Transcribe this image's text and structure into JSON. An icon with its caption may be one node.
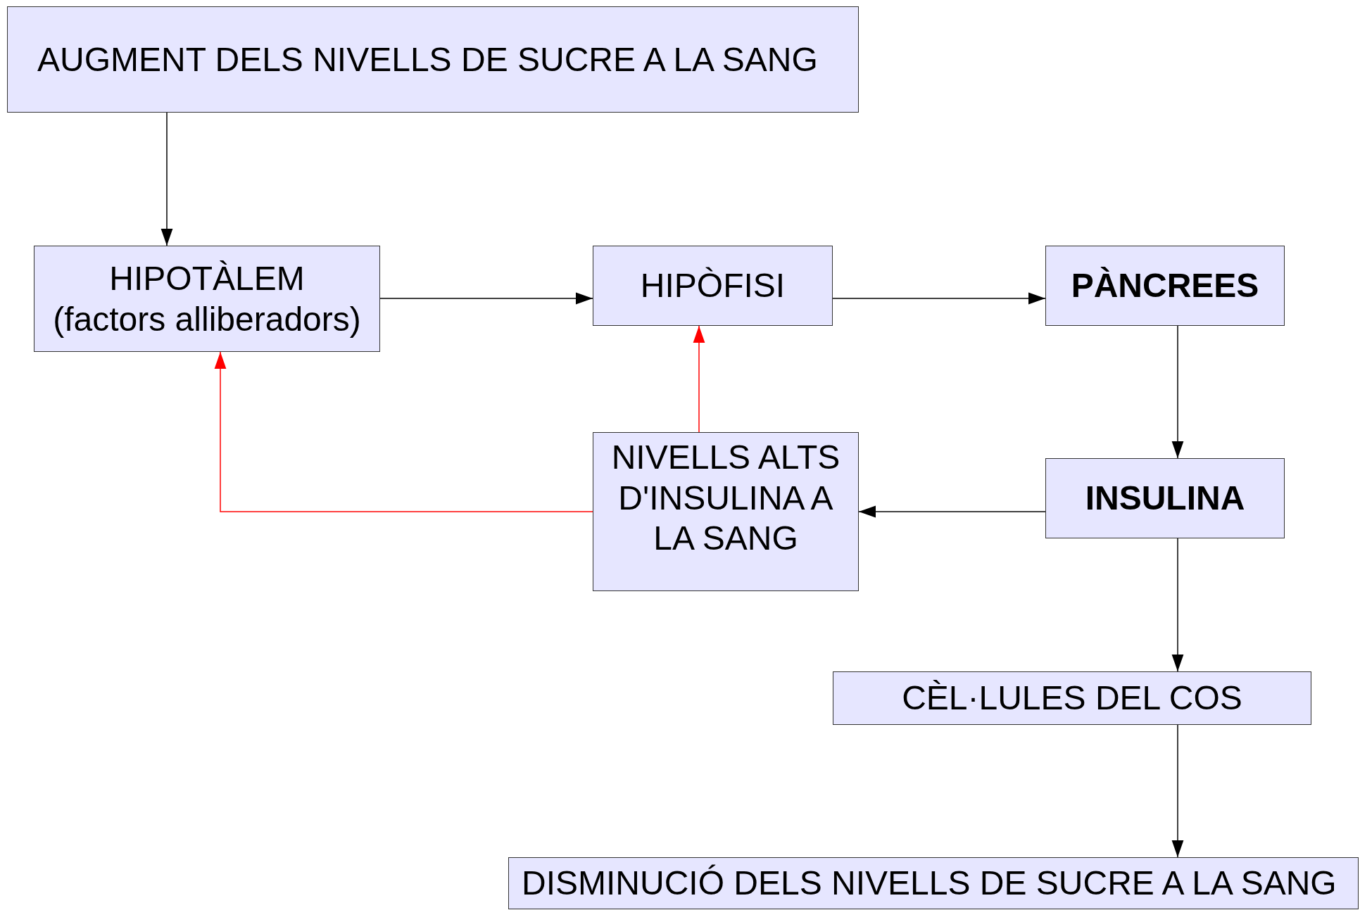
{
  "diagram": {
    "nodes": [
      {
        "text": [
          "AUGMENT DELS NIVELLS DE SUCRE A LA SANG"
        ]
      },
      {
        "text": [
          "HIPOTÀLEM (factors alliberadors)"
        ]
      },
      {
        "text": [
          "HIPÒFISI"
        ]
      },
      {
        "text": [
          "PÀNCREES"
        ]
      },
      {
        "text": [
          "NIVELLS ALTS D'INSULINA A LA SANG"
        ]
      },
      {
        "text": [
          "INSULINA"
        ]
      },
      {
        "text": [
          "CÈL·LULES DEL COS"
        ]
      },
      {
        "text": [
          "DISMINUCIÓ DELS NIVELLS DE SUCRE A LA SANG"
        ]
      }
    ],
    "edges": [
      {
        "from": 0,
        "to": 1,
        "arrow": "to"
      },
      {
        "from": 1,
        "to": 2,
        "arrow": "to"
      },
      {
        "from": 2,
        "to": 3,
        "arrow": "to"
      },
      {
        "from": 3,
        "to": 5,
        "arrow": "to"
      },
      {
        "from": 5,
        "to": 4,
        "arrow": "to"
      },
      {
        "from": 4,
        "to": 1,
        "arrow": "to",
        "color": "#ff0000"
      },
      {
        "from": 4,
        "to": 2,
        "arrow": "to",
        "color": "#ff0000"
      },
      {
        "from": 5,
        "to": 6,
        "arrow": "to"
      },
      {
        "from": 6,
        "to": 7,
        "arrow": "to"
      }
    ]
  }
}
